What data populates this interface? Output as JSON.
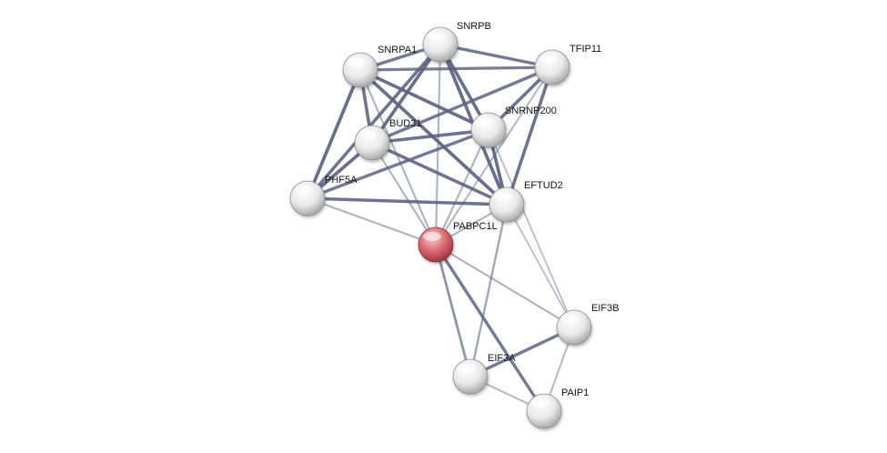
{
  "graph": {
    "query_protein": "PABPC1L",
    "colors": {
      "edge": "#5a6180",
      "node_fill": "#e6e6e6",
      "query_fill": "#d9656e",
      "label": "#111111"
    },
    "nodes": [
      {
        "id": "SNRPB",
        "label": "SNRPB",
        "query": false
      },
      {
        "id": "SNRPA1",
        "label": "SNRPA1",
        "query": false
      },
      {
        "id": "TFIP11",
        "label": "TFIP11",
        "query": false
      },
      {
        "id": "SNRNP200",
        "label": "SNRNP200",
        "query": false
      },
      {
        "id": "BUD31",
        "label": "BUD31",
        "query": false
      },
      {
        "id": "PHF5A",
        "label": "PHF5A",
        "query": false
      },
      {
        "id": "EFTUD2",
        "label": "EFTUD2",
        "query": false
      },
      {
        "id": "PABPC1L",
        "label": "PABPC1L",
        "query": true
      },
      {
        "id": "EIF3B",
        "label": "EIF3B",
        "query": false
      },
      {
        "id": "EIF3A",
        "label": "EIF3A",
        "query": false
      },
      {
        "id": "PAIP1",
        "label": "PAIP1",
        "query": false
      }
    ],
    "edges": [
      {
        "source": "SNRPA1",
        "target": "SNRPB",
        "strength": 0.85
      },
      {
        "source": "SNRPA1",
        "target": "TFIP11",
        "strength": 0.8
      },
      {
        "source": "SNRPA1",
        "target": "SNRNP200",
        "strength": 0.95
      },
      {
        "source": "SNRPA1",
        "target": "BUD31",
        "strength": 0.9
      },
      {
        "source": "SNRPA1",
        "target": "PHF5A",
        "strength": 0.95
      },
      {
        "source": "SNRPA1",
        "target": "EFTUD2",
        "strength": 0.95
      },
      {
        "source": "SNRPA1",
        "target": "PABPC1L",
        "strength": 0.35
      },
      {
        "source": "SNRPB",
        "target": "TFIP11",
        "strength": 0.85
      },
      {
        "source": "SNRPB",
        "target": "SNRNP200",
        "strength": 0.95
      },
      {
        "source": "SNRPB",
        "target": "BUD31",
        "strength": 0.95
      },
      {
        "source": "SNRPB",
        "target": "PHF5A",
        "strength": 0.9
      },
      {
        "source": "SNRPB",
        "target": "EFTUD2",
        "strength": 0.95
      },
      {
        "source": "SNRPB",
        "target": "PABPC1L",
        "strength": 0.35
      },
      {
        "source": "TFIP11",
        "target": "SNRNP200",
        "strength": 0.9
      },
      {
        "source": "TFIP11",
        "target": "BUD31",
        "strength": 0.85
      },
      {
        "source": "TFIP11",
        "target": "EFTUD2",
        "strength": 0.9
      },
      {
        "source": "TFIP11",
        "target": "PABPC1L",
        "strength": 0.3
      },
      {
        "source": "SNRNP200",
        "target": "BUD31",
        "strength": 0.9
      },
      {
        "source": "SNRNP200",
        "target": "PHF5A",
        "strength": 0.85
      },
      {
        "source": "SNRNP200",
        "target": "EFTUD2",
        "strength": 0.95
      },
      {
        "source": "SNRNP200",
        "target": "PABPC1L",
        "strength": 0.35
      },
      {
        "source": "SNRNP200",
        "target": "EIF3B",
        "strength": 0.25
      },
      {
        "source": "BUD31",
        "target": "PHF5A",
        "strength": 0.95
      },
      {
        "source": "BUD31",
        "target": "EFTUD2",
        "strength": 0.9
      },
      {
        "source": "BUD31",
        "target": "PABPC1L",
        "strength": 0.35
      },
      {
        "source": "PHF5A",
        "target": "EFTUD2",
        "strength": 0.9
      },
      {
        "source": "PHF5A",
        "target": "PABPC1L",
        "strength": 0.35
      },
      {
        "source": "EFTUD2",
        "target": "PABPC1L",
        "strength": 0.35
      },
      {
        "source": "EFTUD2",
        "target": "EIF3A",
        "strength": 0.45
      },
      {
        "source": "EFTUD2",
        "target": "EIF3B",
        "strength": 0.25
      },
      {
        "source": "PABPC1L",
        "target": "EIF3B",
        "strength": 0.35
      },
      {
        "source": "PABPC1L",
        "target": "EIF3A",
        "strength": 0.6
      },
      {
        "source": "PABPC1L",
        "target": "PAIP1",
        "strength": 0.85
      },
      {
        "source": "EIF3B",
        "target": "EIF3A",
        "strength": 0.85
      },
      {
        "source": "EIF3B",
        "target": "PAIP1",
        "strength": 0.3
      },
      {
        "source": "EIF3A",
        "target": "PAIP1",
        "strength": 0.3
      }
    ]
  }
}
